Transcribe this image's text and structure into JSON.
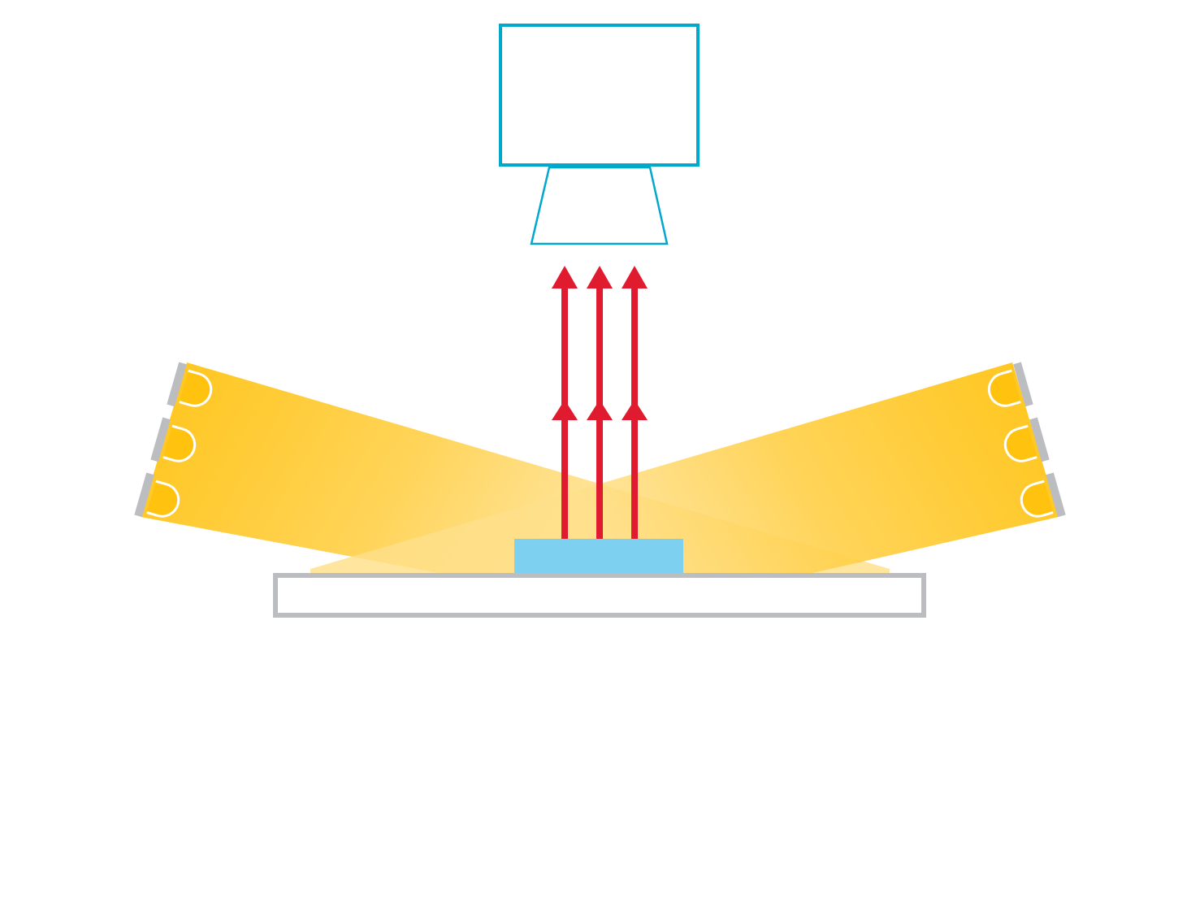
{
  "diagram": {
    "type": "machine-vision-dark-field-lighting",
    "colors": {
      "camera": "#00a8cc",
      "light_beam": "#ffc20e",
      "led_mount": "#bcbdc1",
      "reflected_rays": "#e01b2f",
      "object": "#7dd0f0",
      "stage": "#bcbdc1"
    },
    "led_count_per_side": 3,
    "ray_count": 3
  }
}
